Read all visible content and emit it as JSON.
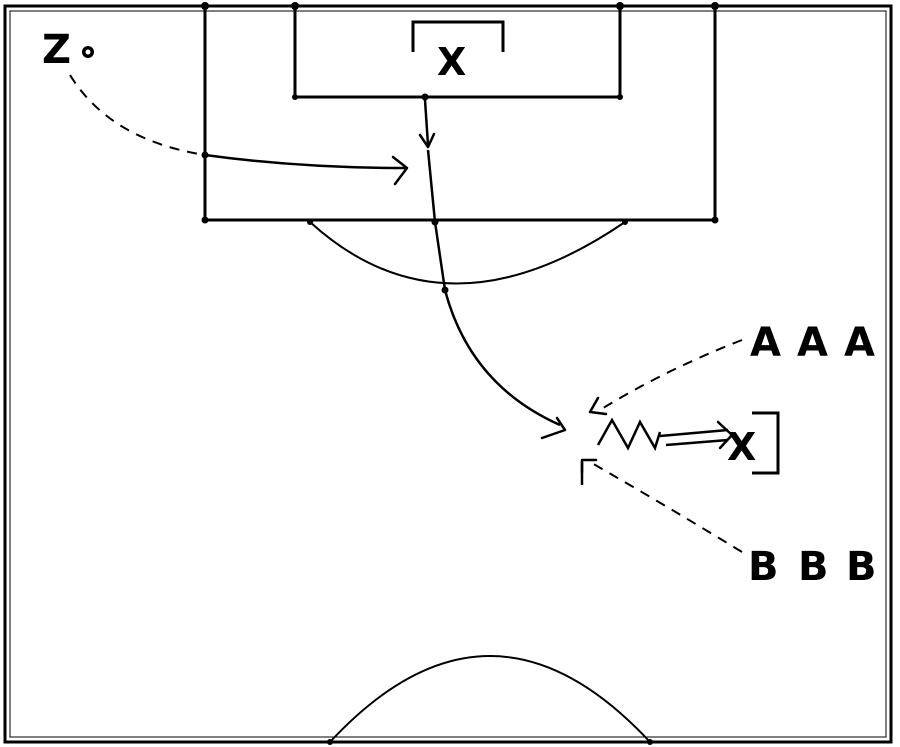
{
  "players": {
    "z": "Z",
    "goalkeeper": "X",
    "defender": "X",
    "attackers_a": [
      "A",
      "A",
      "A"
    ],
    "attackers_b": [
      "B",
      "B",
      "B"
    ]
  },
  "colors": {
    "line": "#000000",
    "background": "#ffffff"
  }
}
